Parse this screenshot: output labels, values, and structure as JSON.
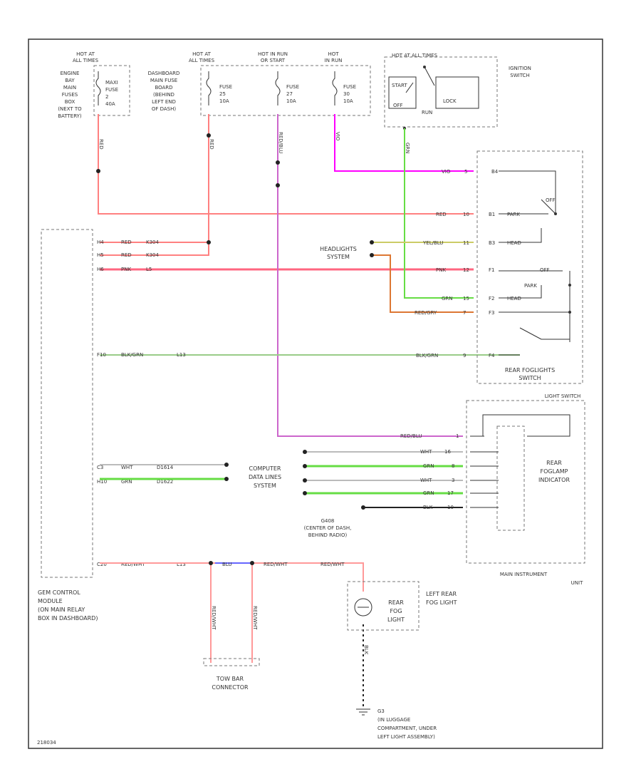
{
  "diagram_id": "218034",
  "supplies": {
    "s1_title": [
      "HOT AT",
      "ALL TIMES"
    ],
    "s2_title": [
      "HOT AT",
      "ALL TIMES"
    ],
    "s3_title": [
      "HOT IN RUN",
      "OR START"
    ],
    "s4_title": [
      "HOT",
      "IN RUN"
    ],
    "s5_title": "HOT AT ALL TIMES",
    "engine_box": [
      "ENGINE",
      "BAY",
      "MAIN",
      "FUSES",
      "BOX",
      "(NEXT TO",
      "BATTERY)"
    ],
    "dash_box": [
      "DASHBOARD",
      "MAIN FUSE",
      "BOARD",
      "(BEHIND",
      "LEFT END",
      "OF DASH)"
    ],
    "fuse_m": [
      "MAXI",
      "FUSE",
      "2",
      "40A"
    ],
    "fuse_25": [
      "FUSE",
      "25",
      "10A"
    ],
    "fuse_27": [
      "FUSE",
      "27",
      "10A"
    ],
    "fuse_30": [
      "FUSE",
      "30",
      "10A"
    ]
  },
  "ignition": {
    "name": [
      "IGNITION",
      "SWITCH"
    ],
    "positions": [
      "START",
      "LOCK",
      "OFF",
      "RUN"
    ]
  },
  "wires": {
    "w_red": "RED",
    "w_red2": "RED/BLU",
    "w_grn": "GRN",
    "w_vio": "VIO"
  },
  "rear_fog_switch": {
    "name": [
      "REAR FOGLIGHTS",
      "SWITCH"
    ],
    "rows": [
      {
        "color": "VIO",
        "pin": "5",
        "term": "B4"
      },
      {
        "color": "RED",
        "pin": "10",
        "term": "B1",
        "label": "PARK"
      },
      {
        "color": "YEL/BLU",
        "pin": "11",
        "term": "B3",
        "label": "HEAD"
      },
      {
        "color": "PNK",
        "pin": "12",
        "term": "F1",
        "label": "OFF"
      },
      {
        "color": "GRN",
        "pin": "15",
        "term": "F2",
        "label": "HEAD"
      },
      {
        "color": "RED/GRY",
        "pin": "7",
        "term": "F3"
      },
      {
        "color": "BLK/GRN",
        "pin": "9",
        "term": "F4"
      }
    ],
    "off_label": "OFF",
    "park_label": "PARK"
  },
  "headlights": [
    "HEADLIGHTS",
    "SYSTEM"
  ],
  "gem": {
    "name": [
      "GEM CONTROL",
      "MODULE",
      "(ON MAIN RELAY",
      "BOX IN DASHBOARD)"
    ],
    "rows": [
      {
        "pin": "H4",
        "color": "RED",
        "ckt": "K304"
      },
      {
        "pin": "H5",
        "color": "RED",
        "ckt": "K304"
      },
      {
        "pin": "H6",
        "color": "PNK",
        "ckt": "L5"
      },
      {
        "pin": "F10",
        "color": "BLK/GRN",
        "ckt": "L13"
      },
      {
        "pin": "C3",
        "color": "WHT",
        "ckt": "D1614"
      },
      {
        "pin": "H10",
        "color": "GRN",
        "ckt": "D1622"
      },
      {
        "pin": "C20",
        "color": "RED/WHT",
        "ckt": "L13"
      }
    ]
  },
  "computer": [
    "COMPUTER",
    "DATA LINES",
    "SYSTEM"
  ],
  "light_switch": {
    "name": "LIGHT SWITCH",
    "rows": [
      {
        "color": "RED/BLU",
        "pin": "1"
      },
      {
        "color": "WHT",
        "pin": "16"
      },
      {
        "color": "GRN",
        "pin": "8"
      },
      {
        "color": "WHT",
        "pin": "3"
      },
      {
        "color": "GRN",
        "pin": "17"
      },
      {
        "color": "BLK",
        "pin": "10"
      }
    ],
    "indicator": [
      "REAR",
      "FOGLAMP",
      "INDICATOR"
    ],
    "ground": [
      "G408",
      "(CENTER OF DASH,",
      "BEHIND RADIO)"
    ],
    "instrument": [
      "MAIN INSTRUMENT",
      "UNIT"
    ]
  },
  "rear_circuit": {
    "wire1": "RED/WHT",
    "wire2": "BLU",
    "wire3": "RED/WHT",
    "wire4": "L13",
    "vwire1": "RED/WHT",
    "vwire2": "RED/WHT",
    "tow": [
      "TOW BAR",
      "CONNECTOR"
    ],
    "lamp": [
      "REAR",
      "FOG",
      "LIGHT"
    ],
    "lamp_side": [
      "LEFT REAR",
      "FOG LIGHT"
    ],
    "gnd_wire": "BLK",
    "gnd_label": [
      "G3",
      "(IN LUGGAGE",
      "COMPARTMENT, UNDER",
      "LEFT LIGHT ASSEMBLY)"
    ]
  },
  "colors": {
    "red": "#ff8080",
    "pink": "#ff6680",
    "violet": "#cc66cc",
    "magenta": "#ff00ff",
    "green": "#66dd44",
    "olive": "#cccc66",
    "orange": "#dd7733",
    "gray": "#999999",
    "black": "#222222"
  }
}
